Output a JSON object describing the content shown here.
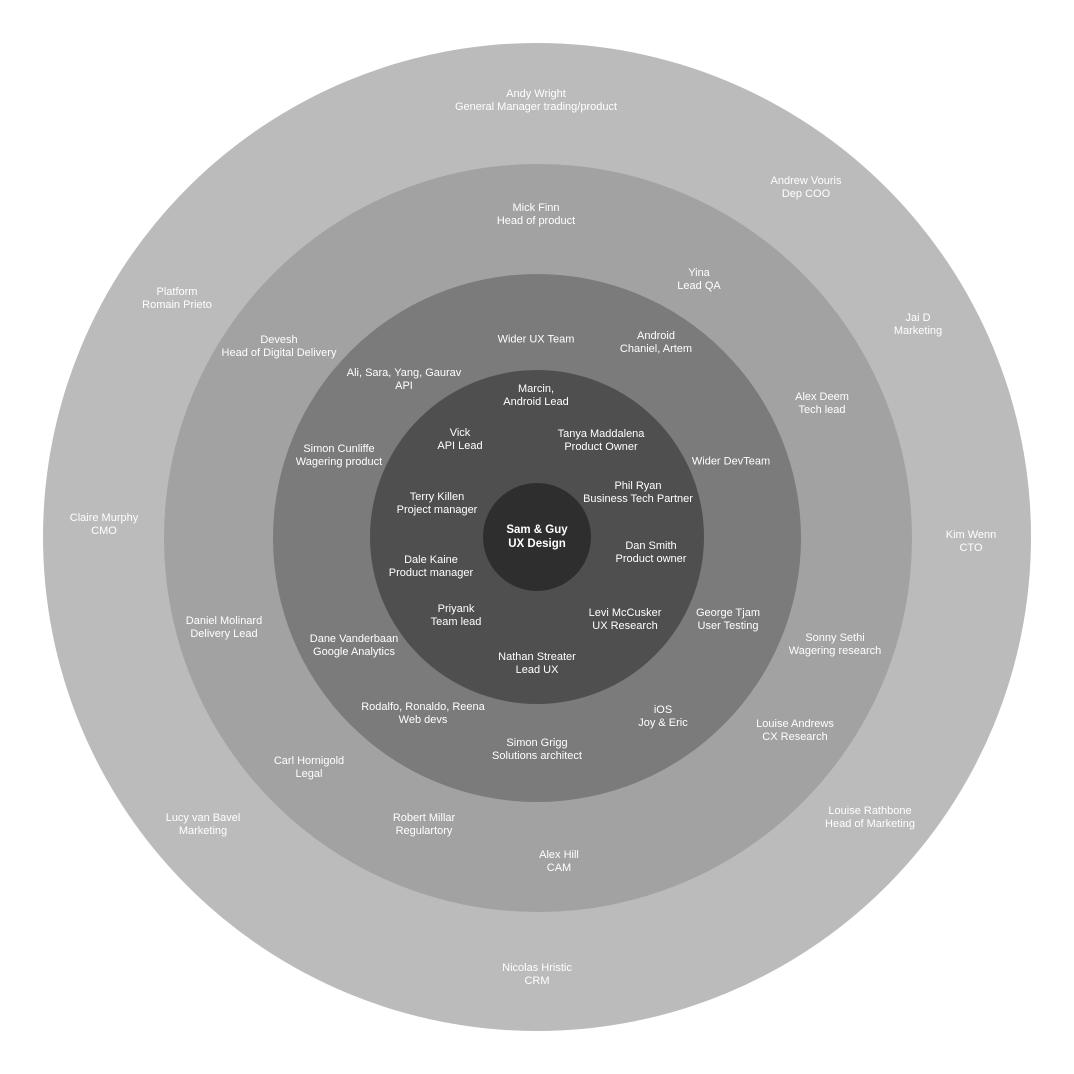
{
  "colors": {
    "ring_1": "#bbbbbb",
    "ring_2": "#a2a2a2",
    "ring_3": "#7b7b7b",
    "ring_4": "#4f4f4f",
    "ring_5": "#2e2e2e",
    "text": "#ffffff"
  },
  "center": {
    "name": "Sam & Guy",
    "role": "UX Design"
  },
  "people": [
    {
      "name": "Andy Wright",
      "role": "General Manager trading/product"
    },
    {
      "name": "Andrew Vouris",
      "role": "Dep COO"
    },
    {
      "name": "Platform",
      "role": "Romain Prieto"
    },
    {
      "name": "Jai D",
      "role": "Marketing"
    },
    {
      "name": "Claire Murphy",
      "role": "CMO"
    },
    {
      "name": "Kim Wenn",
      "role": "CTO"
    },
    {
      "name": "Lucy van Bavel",
      "role": "Marketing"
    },
    {
      "name": "Louise Rathbone",
      "role": "Head of Marketing"
    },
    {
      "name": "Nicolas Hristic",
      "role": "CRM"
    },
    {
      "name": "Mick Finn",
      "role": "Head of product"
    },
    {
      "name": "Yina",
      "role": "Lead QA"
    },
    {
      "name": "Devesh",
      "role": "Head of Digital Delivery"
    },
    {
      "name": "Alex Deem",
      "role": "Tech lead"
    },
    {
      "name": "Sonny Sethi",
      "role": "Wagering research"
    },
    {
      "name": "Daniel Molinard",
      "role": "Delivery Lead"
    },
    {
      "name": "Louise Andrews",
      "role": "CX Research"
    },
    {
      "name": "Carl Hornigold",
      "role": "Legal"
    },
    {
      "name": "Robert Millar",
      "role": "Regulartory"
    },
    {
      "name": "Alex Hill",
      "role": "CAM"
    },
    {
      "name": "Wider UX Team",
      "role": ""
    },
    {
      "name": "Android",
      "role": "Chaniel, Artem"
    },
    {
      "name": "Ali, Sara, Yang, Gaurav",
      "role": "API"
    },
    {
      "name": "Simon Cunliffe",
      "role": "Wagering product"
    },
    {
      "name": "Wider DevTeam",
      "role": ""
    },
    {
      "name": "George Tjam",
      "role": "User Testing"
    },
    {
      "name": "Dane Vanderbaan",
      "role": "Google Analytics"
    },
    {
      "name": "Rodalfo, Ronaldo, Reena",
      "role": "Web devs"
    },
    {
      "name": "iOS",
      "role": "Joy & Eric"
    },
    {
      "name": "Simon Grigg",
      "role": "Solutions architect"
    },
    {
      "name": "Marcin,",
      "role": "Android Lead"
    },
    {
      "name": "Vick",
      "role": "API Lead"
    },
    {
      "name": "Tanya Maddalena",
      "role": "Product Owner"
    },
    {
      "name": "Terry Killen",
      "role": "Project manager"
    },
    {
      "name": "Phil Ryan",
      "role": "Business Tech Partner"
    },
    {
      "name": "Dan Smith",
      "role": "Product owner"
    },
    {
      "name": "Dale Kaine",
      "role": "Product manager"
    },
    {
      "name": "Priyank",
      "role": "Team lead"
    },
    {
      "name": "Levi McCusker",
      "role": "UX Research"
    },
    {
      "name": "Nathan Streater",
      "role": "Lead UX"
    }
  ]
}
